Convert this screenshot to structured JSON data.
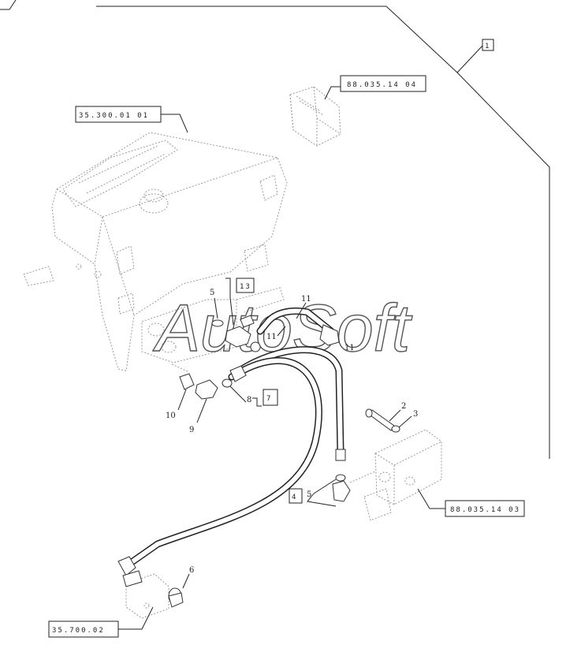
{
  "refs": {
    "top_right_box": "1",
    "module_88_035_14_04": "88.035.14 04",
    "tank_35_300_01_01": "35.300.01 01",
    "valve_88_035_14_03": "88.035.14 03",
    "cylinder_35_700_02": "35.700.02",
    "box_13": "13",
    "box_7": "7",
    "box_4": "4"
  },
  "callouts": {
    "n2": "2",
    "n3": "3",
    "n5a": "5",
    "n5b": "5",
    "n6": "6",
    "n8": "8",
    "n9": "9",
    "n10": "10",
    "n11a": "11",
    "n11b": "11"
  },
  "watermark": "AutoSoft"
}
